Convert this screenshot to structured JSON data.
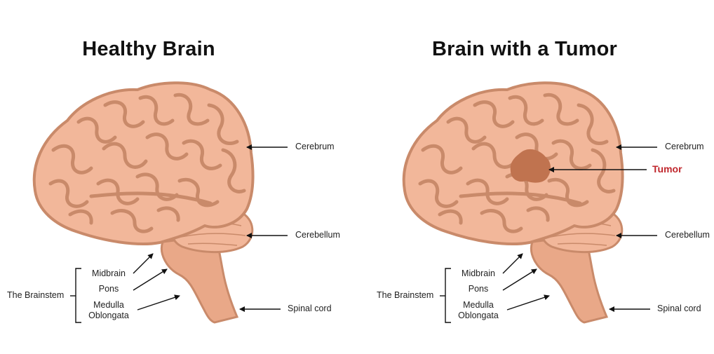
{
  "panels": [
    {
      "title": "Healthy Brain",
      "labels": {
        "cerebrum": "Cerebrum",
        "cerebellum": "Cerebellum",
        "spinal_cord": "Spinal cord",
        "brainstem": "The Brainstem",
        "midbrain": "Midbrain",
        "pons": "Pons",
        "medulla": "Medulla",
        "oblongata": "Oblongata"
      }
    },
    {
      "title": "Brain with a Tumor",
      "labels": {
        "cerebrum": "Cerebrum",
        "tumor": "Tumor",
        "cerebellum": "Cerebellum",
        "spinal_cord": "Spinal cord",
        "brainstem": "The Brainstem",
        "midbrain": "Midbrain",
        "pons": "Pons",
        "medulla": "Medulla",
        "oblongata": "Oblongata"
      }
    }
  ],
  "colors": {
    "brain_fill": "#f2b79a",
    "brain_outline": "#c98a6a",
    "stem_fill": "#e9a888",
    "tumor_fill": "#c0734f",
    "tumor_label": "#c0272d",
    "line": "#111111"
  }
}
